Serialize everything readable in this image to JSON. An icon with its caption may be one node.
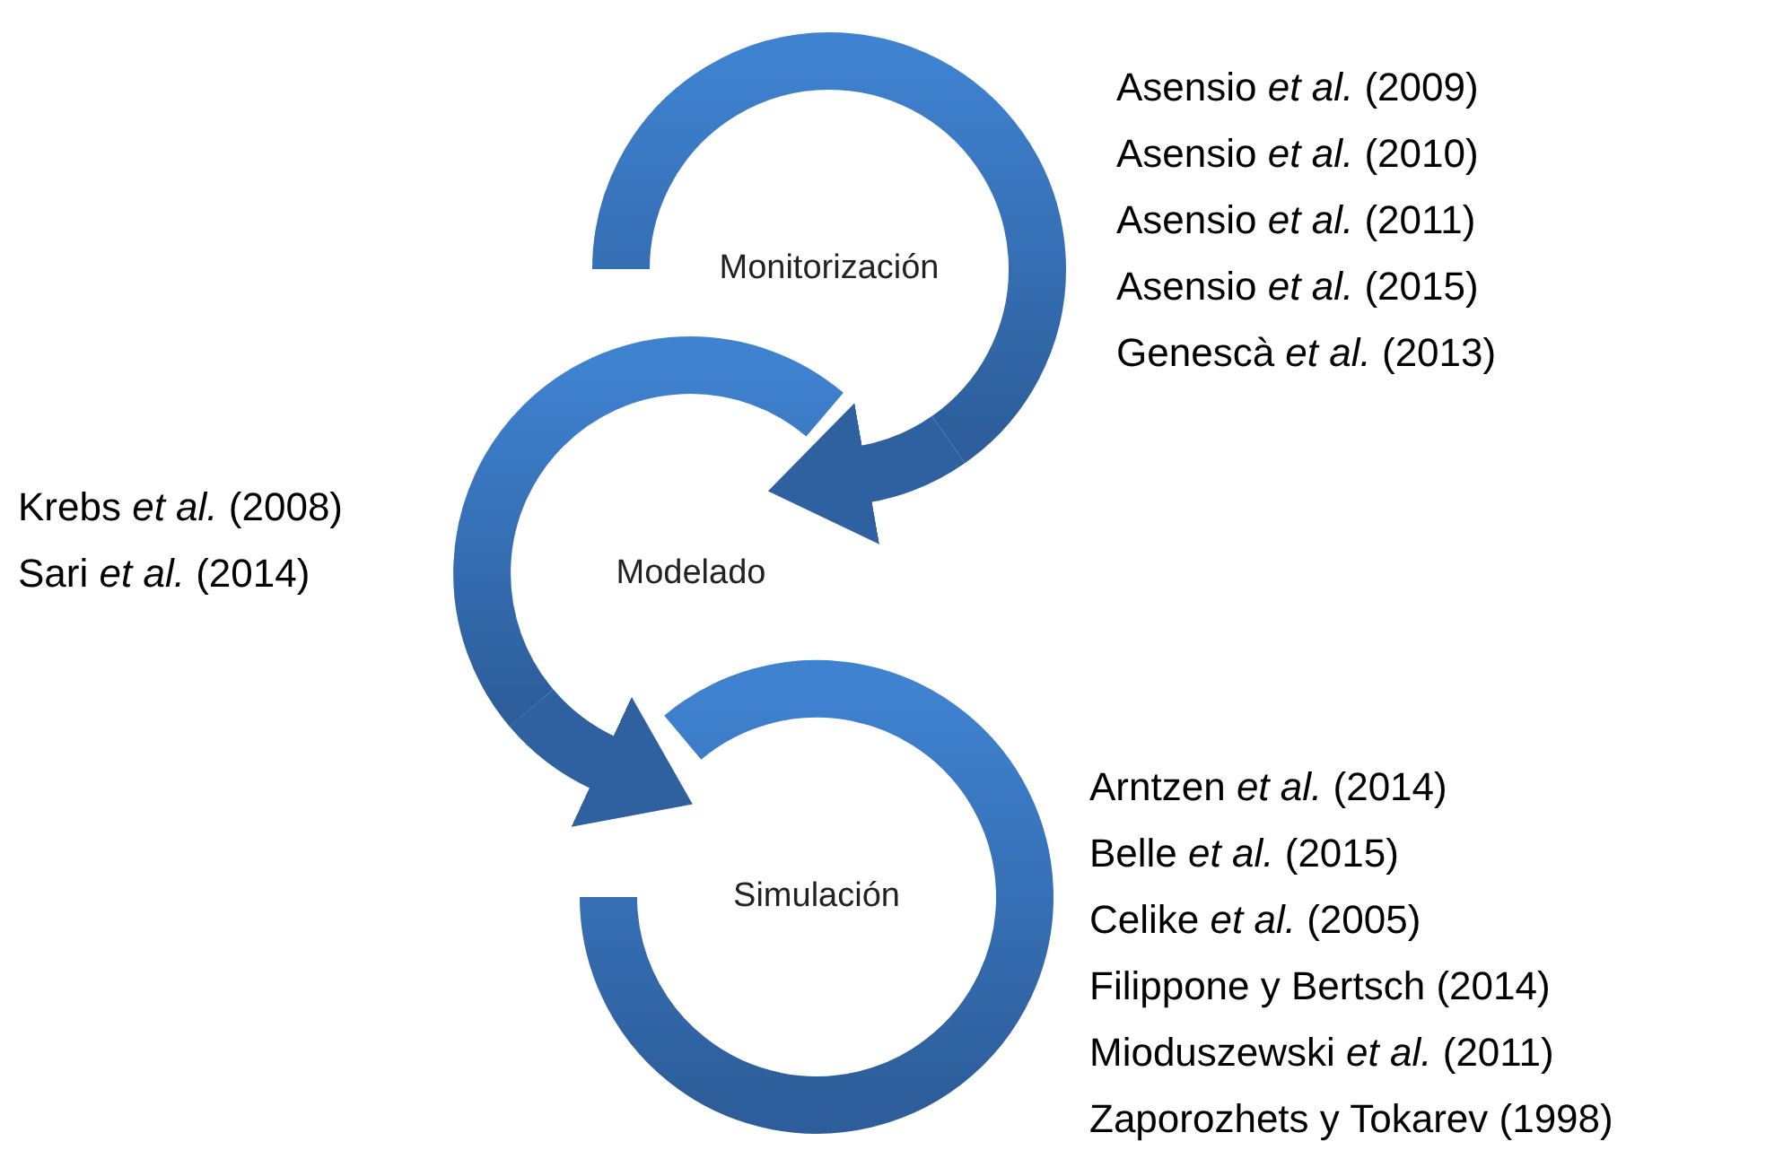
{
  "diagram": {
    "nodes": [
      {
        "text": [
          "Monitorización"
        ],
        "beside": [
          "Asensio *et al.* (2009)",
          "Asensio *et al.* (2010)",
          "Asensio *et al.* (2011)",
          "Asensio *et al.* (2015)",
          "Genescà *et al.* (2013)"
        ]
      },
      {
        "text": [
          "Modelado"
        ],
        "beside": [
          "Krebs *et al.* (2008)",
          "Sari *et al.* (2014)"
        ]
      },
      {
        "text": [
          "Simulación"
        ],
        "beside": [
          "Arntzen *et al.* (2014)",
          "Belle *et al.* (2015)",
          "Celike *et al.* (2005)",
          "Filippone y Bertsch (2014)",
          "Mioduszewski *et al.* (2011)",
          "Zaporozhets y Tokarev (1998)"
        ]
      }
    ],
    "edges": [
      {
        "from": 0,
        "to": 1,
        "arrow": "to"
      },
      {
        "from": 1,
        "to": 2,
        "arrow": "to"
      }
    ]
  }
}
